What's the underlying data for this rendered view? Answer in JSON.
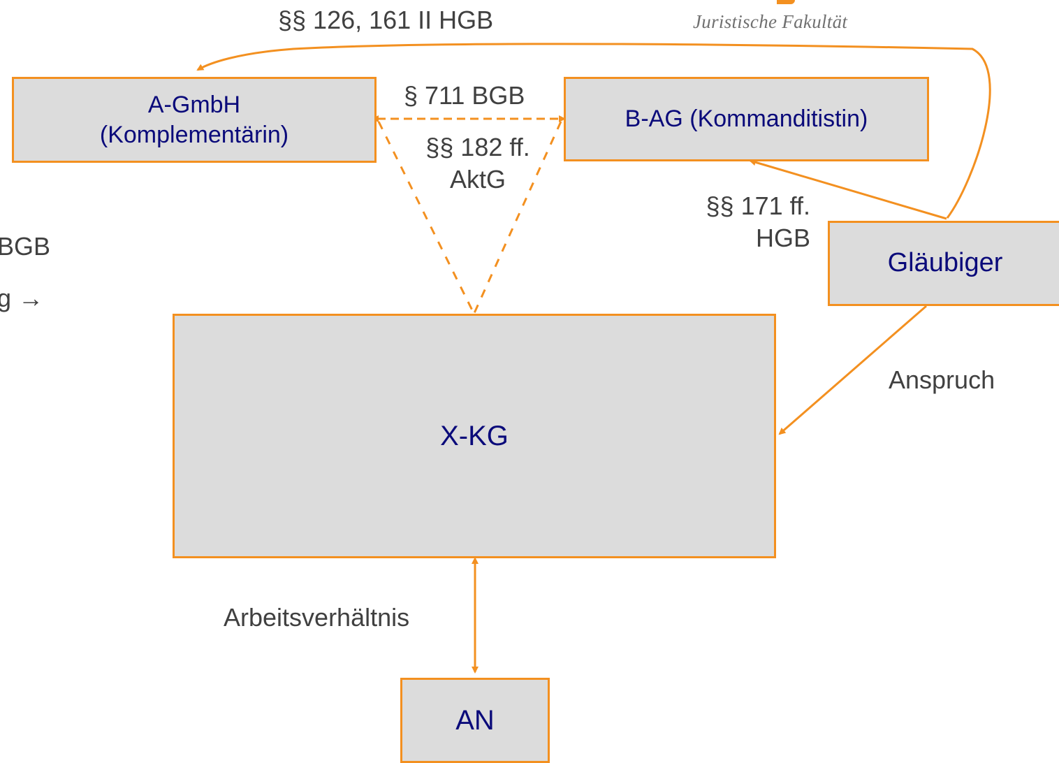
{
  "logo": {
    "text": "Juristische Fakultät"
  },
  "boxes": {
    "a_gmbh": {
      "line1": "A-GmbH",
      "line2": "(Komplementärin)"
    },
    "b_ag": "B-AG (Kommanditistin)",
    "glaeubiger": "Gläubiger",
    "xkg": "X-KG",
    "an": "AN"
  },
  "labels": {
    "hgb_126": "§§ 126, 161 II HGB",
    "bgb_711": "§ 711 BGB",
    "aktg_182_line1": "§§ 182 ff.",
    "aktg_182_line2": "AktG",
    "hgb_171_line1": "§§ 171 ff.",
    "hgb_171_line2": "HGB",
    "anspruch": "Anspruch",
    "arbeitsverhaeltnis": "Arbeitsverhältnis",
    "left_bgb": "BGB",
    "left_g_arrow": "g →"
  },
  "colors": {
    "accent": "#f39020",
    "box_fill": "#dcdcdc",
    "box_text": "#0a0a7a",
    "label_text": "#404040"
  }
}
